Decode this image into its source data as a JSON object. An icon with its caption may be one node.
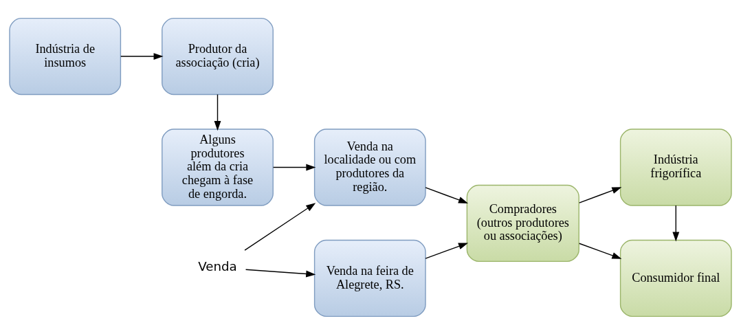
{
  "diagram": {
    "nodes": [
      {
        "text": [
          "Indústria de insumos"
        ]
      },
      {
        "text": [
          "Produtor da associação (cria)"
        ]
      },
      {
        "text": [
          "Venda"
        ]
      },
      {
        "text": [
          "Venda na feira de Alegrete, RS."
        ]
      },
      {
        "text": [
          "Alguns produtores além da cria chegam à fase de engorda."
        ]
      },
      {
        "text": [
          "Venda na localidade ou com produtores da região."
        ]
      },
      {
        "text": [
          "Compradores (outros produtores ou associações)"
        ]
      },
      {
        "text": [
          "Indústria frigorífica"
        ]
      },
      {
        "text": [
          "Consumidor final"
        ]
      }
    ],
    "edges": [
      {
        "from": 0,
        "to": 1,
        "arrow": "to"
      },
      {
        "from": 1,
        "to": 4,
        "arrow": "to"
      },
      {
        "from": 2,
        "to": 3,
        "arrow": "to"
      },
      {
        "from": 2,
        "to": 5,
        "arrow": "to"
      },
      {
        "from": 4,
        "to": 5,
        "arrow": "to"
      },
      {
        "from": 3,
        "to": 6,
        "arrow": "to"
      },
      {
        "from": 5,
        "to": 6,
        "arrow": "to"
      },
      {
        "from": 6,
        "to": 7,
        "arrow": "to"
      },
      {
        "from": 6,
        "to": 8,
        "arrow": "to"
      },
      {
        "from": 7,
        "to": 8,
        "arrow": "to"
      }
    ]
  }
}
